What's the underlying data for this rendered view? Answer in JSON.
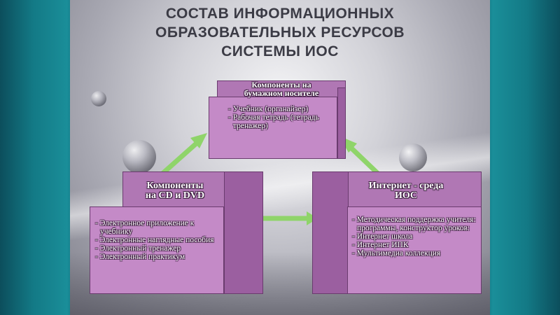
{
  "title_lines": [
    "СОСТАВ ИНФОРМАЦИОННЫХ",
    "ОБРАЗОВАТЕЛЬНЫХ РЕСУРСОВ",
    "СИСТЕМЫ ИОС"
  ],
  "boxes": {
    "paper": {
      "heading_lines": [
        "Компоненты на",
        "бумажном носителе"
      ],
      "items": [
        "Учебник (органайзер)",
        "Рабочая тетрадь (тетрадь тренажер)"
      ]
    },
    "cd": {
      "heading_lines": [
        "Компоненты",
        "на CD и DVD"
      ],
      "items": [
        "Электронное приложение к учебнику",
        "Электронные наглядные пособия",
        "Электронный тренажер",
        "Электронный практикум"
      ]
    },
    "internet": {
      "heading_lines": [
        "Интернет - среда",
        "ИОС"
      ],
      "items": [
        "Методическая поддержка учителя: программы, конструктор уроков:",
        "Интернет школа",
        "Интернет ИПК",
        "Мультимедиа коллекция"
      ]
    }
  },
  "colors": {
    "box_fill": "#c48ac7",
    "arrow": "#8fd46a",
    "title": "#3b3b45"
  }
}
